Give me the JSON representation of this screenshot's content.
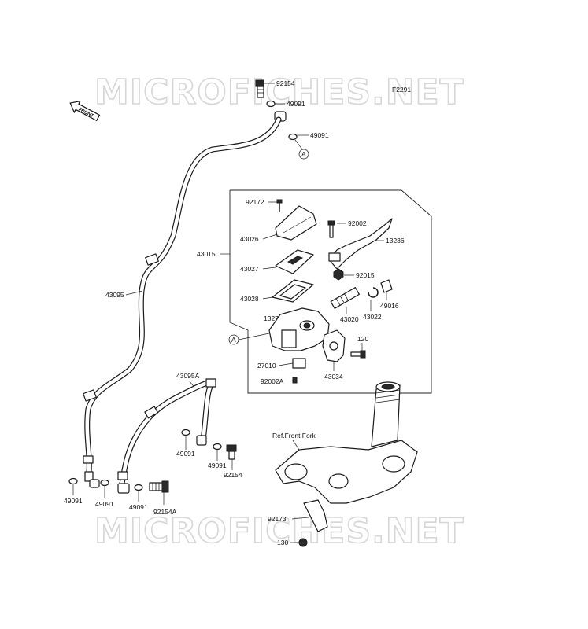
{
  "watermarks": [
    "MICROFICHES.NET",
    "MICROFICHES.NET"
  ],
  "figure_code": "F2291",
  "front_label": "FRONT",
  "reference_label": "Ref.Front Fork",
  "callout_letter": "A",
  "parts": {
    "p92154_top": "92154",
    "p49091_a": "49091",
    "p49091_b": "49091",
    "p92172": "92172",
    "p92002": "92002",
    "p43026": "43026",
    "p13236": "13236",
    "p43015": "43015",
    "p43027": "43027",
    "p92015": "92015",
    "p43028": "43028",
    "p49016": "49016",
    "p43095": "43095",
    "p13272": "13272",
    "p43020": "43020",
    "p43022": "43022",
    "p120": "120",
    "p27010": "27010",
    "p43034": "43034",
    "p92002A": "92002A",
    "p43095A": "43095A",
    "p49091_c": "49091",
    "p49091_d": "49091",
    "p92154_mid": "92154",
    "p49091_e": "49091",
    "p49091_f": "49091",
    "p49091_g": "49091",
    "p92154A": "92154A",
    "p92173": "92173",
    "p130": "130"
  }
}
